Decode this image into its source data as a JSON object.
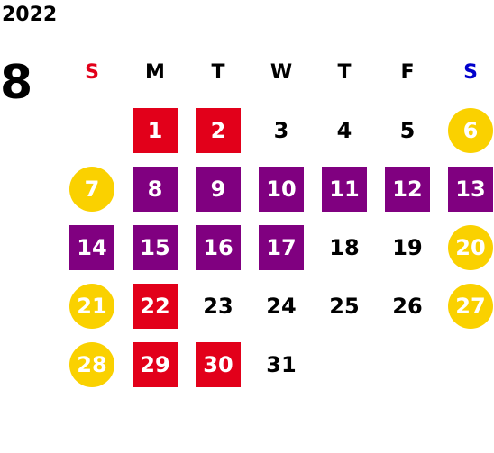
{
  "year": "2022",
  "month": "8",
  "colors": {
    "sunday": "#e2001a",
    "saturday": "#0000cc",
    "holiday_square": "#e2001a",
    "highlight_square": "#800080",
    "weekend_circle": "#fad100"
  },
  "weekdays": [
    {
      "label": "S",
      "color": "#e2001a"
    },
    {
      "label": "M",
      "color": "#000000"
    },
    {
      "label": "T",
      "color": "#000000"
    },
    {
      "label": "W",
      "color": "#000000"
    },
    {
      "label": "T",
      "color": "#000000"
    },
    {
      "label": "F",
      "color": "#000000"
    },
    {
      "label": "S",
      "color": "#0000cc"
    }
  ],
  "weeks": [
    [
      null,
      {
        "d": "1",
        "style": "red-sq"
      },
      {
        "d": "2",
        "style": "red-sq"
      },
      {
        "d": "3",
        "style": "plain"
      },
      {
        "d": "4",
        "style": "plain"
      },
      {
        "d": "5",
        "style": "plain"
      },
      {
        "d": "6",
        "style": "yellow-ci"
      }
    ],
    [
      {
        "d": "7",
        "style": "yellow-ci"
      },
      {
        "d": "8",
        "style": "purple-sq"
      },
      {
        "d": "9",
        "style": "purple-sq"
      },
      {
        "d": "10",
        "style": "purple-sq"
      },
      {
        "d": "11",
        "style": "purple-sq"
      },
      {
        "d": "12",
        "style": "purple-sq"
      },
      {
        "d": "13",
        "style": "purple-sq"
      }
    ],
    [
      {
        "d": "14",
        "style": "purple-sq"
      },
      {
        "d": "15",
        "style": "purple-sq"
      },
      {
        "d": "16",
        "style": "purple-sq"
      },
      {
        "d": "17",
        "style": "purple-sq"
      },
      {
        "d": "18",
        "style": "plain"
      },
      {
        "d": "19",
        "style": "plain"
      },
      {
        "d": "20",
        "style": "yellow-ci"
      }
    ],
    [
      {
        "d": "21",
        "style": "yellow-ci"
      },
      {
        "d": "22",
        "style": "red-sq"
      },
      {
        "d": "23",
        "style": "plain"
      },
      {
        "d": "24",
        "style": "plain"
      },
      {
        "d": "25",
        "style": "plain"
      },
      {
        "d": "26",
        "style": "plain"
      },
      {
        "d": "27",
        "style": "yellow-ci"
      }
    ],
    [
      {
        "d": "28",
        "style": "yellow-ci"
      },
      {
        "d": "29",
        "style": "red-sq"
      },
      {
        "d": "30",
        "style": "red-sq"
      },
      {
        "d": "31",
        "style": "plain"
      },
      null,
      null,
      null
    ]
  ]
}
